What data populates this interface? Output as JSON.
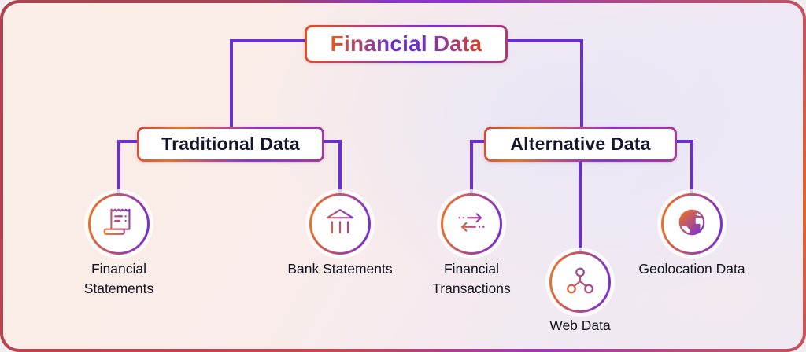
{
  "diagram": {
    "root_label": "Financial Data",
    "branches": [
      {
        "label": "Traditional Data",
        "children": [
          {
            "label": "Financial Statements",
            "icon": "receipt-icon"
          },
          {
            "label": "Bank Statements",
            "icon": "bank-icon"
          }
        ]
      },
      {
        "label": "Alternative Data",
        "children": [
          {
            "label": "Financial Transactions",
            "icon": "transfer-arrows-icon"
          },
          {
            "label": "Web Data",
            "icon": "network-nodes-icon"
          },
          {
            "label": "Geolocation Data",
            "icon": "globe-icon"
          }
        ]
      }
    ],
    "colors": {
      "accent_orange": "#E8722A",
      "accent_purple": "#7B2FD1",
      "connector_purple": "#6A2FD0",
      "heading_text": "#16162E",
      "label_text": "#141420",
      "node_background": "#FFFFFF",
      "background_peach": "#FBEEE6",
      "background_lavender": "#ECE9F6"
    }
  }
}
